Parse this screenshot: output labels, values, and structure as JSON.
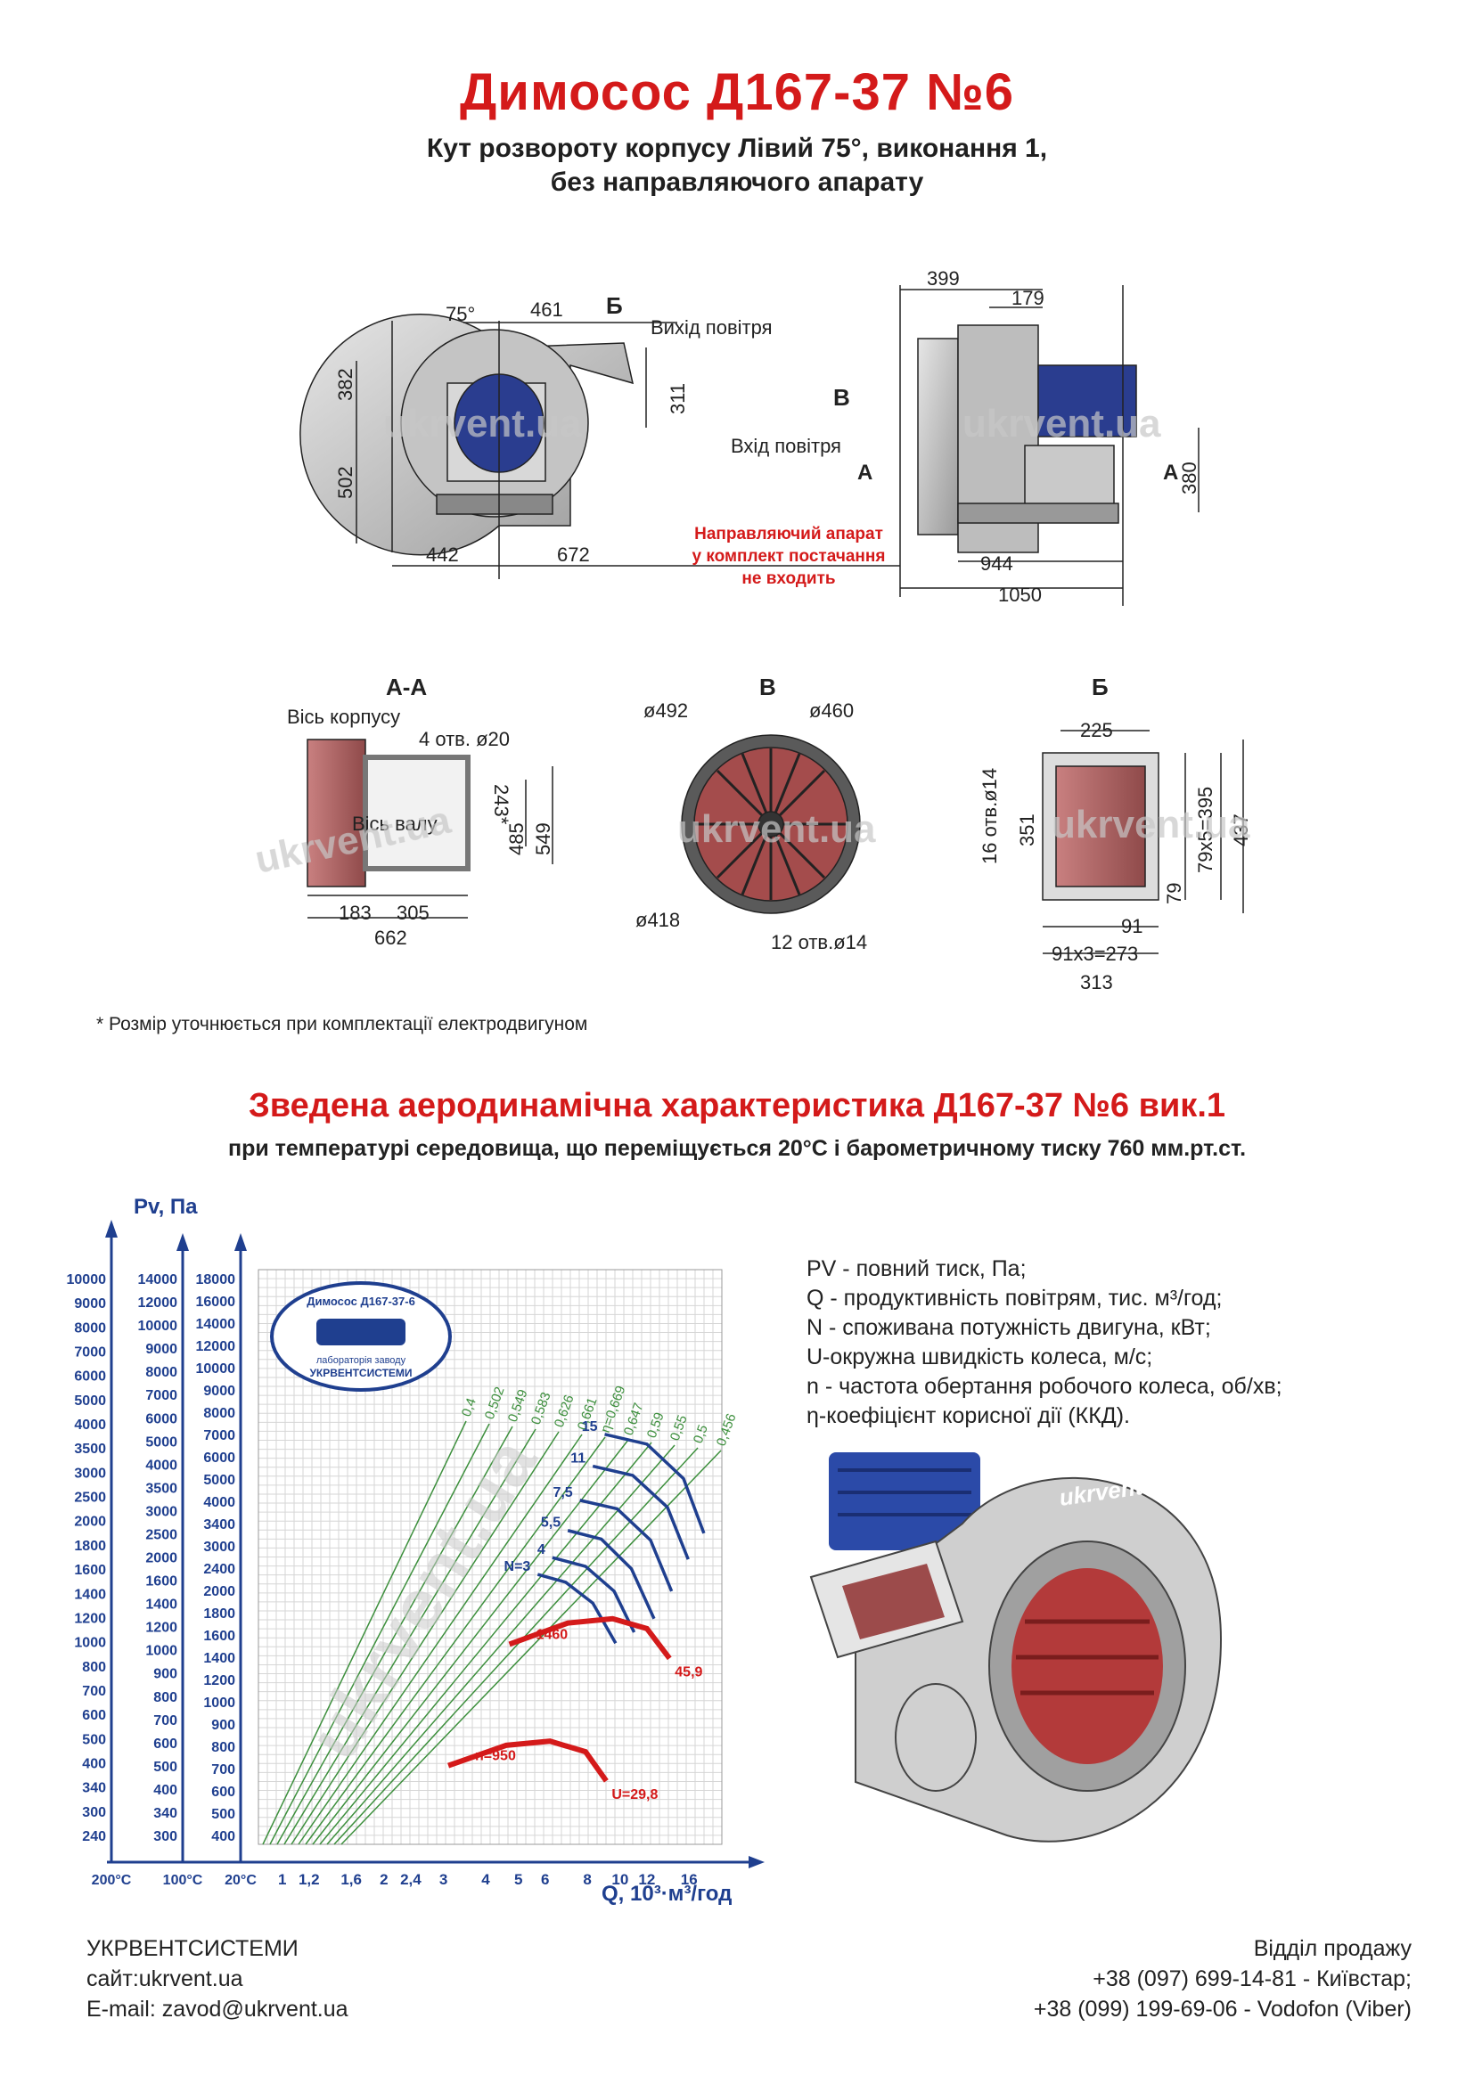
{
  "header": {
    "title": "Димосос  Д167-37 №6",
    "subtitle_line1": "Кут розвороту корпусу Лівий 75°, виконання 1,",
    "subtitle_line2": "без направляючого апарату"
  },
  "drawing_front": {
    "angle": "75°",
    "dim_461": "461",
    "label_b": "Б",
    "outlet": "Вихід повітря",
    "dim_382": "382",
    "dim_311": "311",
    "dim_502": "502",
    "dim_442": "442",
    "dim_672": "672"
  },
  "drawing_side": {
    "dim_399": "399",
    "dim_179": "179",
    "label_v": "В",
    "inlet": "Вхід повітря",
    "label_a_left": "А",
    "label_a_right": "А",
    "dim_380": "380",
    "dim_944": "944",
    "dim_1050": "1050",
    "guide_note_1": "Направляючий апарат",
    "guide_note_2": "у комплект постачання",
    "guide_note_3": "не входить"
  },
  "section_aa": {
    "title": "А-А",
    "body_axis": "Вісь корпусу",
    "holes": "4 отв. ø20",
    "dim_243": "243*",
    "shaft_axis": "Вісь валу",
    "dim_485": "485",
    "dim_549": "549",
    "dim_183": "183",
    "dim_305": "305",
    "dim_662": "662"
  },
  "section_v": {
    "title": "В",
    "d492": "ø492",
    "d460": "ø460",
    "d418": "ø418",
    "holes": "12 отв.ø14"
  },
  "section_b": {
    "title": "Б",
    "dim_225": "225",
    "holes": "16 отв.ø14",
    "dim_351": "351",
    "dim_79x5": "79x5=395",
    "dim_437": "437",
    "dim_79": "79",
    "dim_91": "91",
    "dim_91x3": "91x3=273",
    "dim_313": "313"
  },
  "watermark": "ukrvent.ua",
  "note": "* Розмір уточнюється при комплектації електродвигуном",
  "chart_section": {
    "title": "Зведена аеродинамічна характеристика Д167-37 №6 вик.1",
    "subtitle": "при температурі середовища, що переміщується 20°С і барометричному тиску 760 мм.рт.ст."
  },
  "chart_data": {
    "type": "line",
    "title": "",
    "ylabel": "Pv, Па",
    "xlabel": "Q, 10³·м³/год",
    "x_scale": "log",
    "y_scale": "log",
    "x_ticks": [
      "1",
      "1,2",
      "1,6",
      "2",
      "2,4",
      "3",
      "4",
      "5",
      "6",
      "8",
      "10",
      "12",
      "16"
    ],
    "y_axis_20C": [
      "400",
      "500",
      "600",
      "700",
      "800",
      "900",
      "1000",
      "1200",
      "1400",
      "1600",
      "1800",
      "2000",
      "2400",
      "3000",
      "3400",
      "4000",
      "5000",
      "6000",
      "7000",
      "8000",
      "9000",
      "10000",
      "12000",
      "14000",
      "16000",
      "18000"
    ],
    "y_axis_100C": [
      "300",
      "340",
      "400",
      "500",
      "600",
      "700",
      "800",
      "900",
      "1000",
      "1200",
      "1400",
      "1600",
      "2000",
      "2500",
      "3000",
      "3500",
      "4000",
      "5000",
      "6000",
      "7000",
      "8000",
      "9000",
      "10000",
      "12000",
      "14000"
    ],
    "y_axis_200C": [
      "240",
      "300",
      "340",
      "400",
      "500",
      "600",
      "700",
      "800",
      "1000",
      "1200",
      "1400",
      "1600",
      "1800",
      "2000",
      "2500",
      "3000",
      "3500",
      "4000",
      "5000",
      "6000",
      "7000",
      "8000",
      "9000",
      "10000"
    ],
    "temperature_labels": [
      "200°С",
      "100°С",
      "20°С"
    ],
    "power_curves": [
      {
        "label": "N=3",
        "points": [
          [
            5.7,
            2250
          ],
          [
            6.9,
            2130
          ],
          [
            8.3,
            1840
          ],
          [
            9.7,
            1390
          ]
        ]
      },
      {
        "label": "4",
        "points": [
          [
            6.3,
            2530
          ],
          [
            7.9,
            2380
          ],
          [
            9.6,
            2000
          ],
          [
            11.0,
            1500
          ]
        ]
      },
      {
        "label": "5,5",
        "points": [
          [
            7.0,
            3060
          ],
          [
            8.8,
            2880
          ],
          [
            10.8,
            2340
          ],
          [
            12.6,
            1650
          ]
        ]
      },
      {
        "label": "7,5",
        "points": [
          [
            7.6,
            3780
          ],
          [
            9.8,
            3560
          ],
          [
            12.3,
            2860
          ],
          [
            14.2,
            2000
          ]
        ]
      },
      {
        "label": "11",
        "points": [
          [
            8.3,
            4800
          ],
          [
            10.9,
            4500
          ],
          [
            13.8,
            3600
          ],
          [
            15.9,
            2500
          ]
        ]
      },
      {
        "label": "15",
        "points": [
          [
            9.0,
            6000
          ],
          [
            12.0,
            5600
          ],
          [
            15.4,
            4400
          ],
          [
            17.7,
            3000
          ]
        ]
      }
    ],
    "efficiency_labels": [
      "0,4",
      "0,502",
      "0,549",
      "0,583",
      "0,626",
      "0,661",
      "η=0,669",
      "0,647",
      "0,59",
      "0,55",
      "0,5",
      "0,456"
    ],
    "speed_curves": [
      {
        "label": "1460",
        "points": [
          [
            4.7,
            1380
          ],
          [
            7.0,
            1600
          ],
          [
            9.5,
            1650
          ],
          [
            12.0,
            1540
          ],
          [
            14.0,
            1250
          ]
        ],
        "end_label": "45,9"
      },
      {
        "label": "n=950",
        "points": [
          [
            3.1,
            590
          ],
          [
            4.6,
            680
          ],
          [
            6.2,
            700
          ],
          [
            7.9,
            650
          ],
          [
            9.1,
            530
          ]
        ],
        "end_label": "U=29,8"
      }
    ],
    "logo": {
      "line1": "Димосос Д167-37-6",
      "line2": "лабораторія заводу",
      "line3": "УКРВЕНТСИСТЕМИ"
    }
  },
  "legend": {
    "pv": "PV - повний тиск, Па;",
    "q": "Q - продуктивність повітрям, тис. м³/год;",
    "n_power": "N - споживана потужність двигуна, кВт;",
    "u": "U-окружна швидкість колеса, м/с;",
    "n_speed": "n - частота обертання робочого колеса, об/хв;",
    "eta": "η-коефіцієнт корисної дії (ККД)."
  },
  "footer": {
    "company": "УКРВЕНТСИСТЕМИ",
    "site": "сайт:ukrvent.ua",
    "email": "E-mail: zavod@ukrvent.ua",
    "sales": "Відділ продажу",
    "phone1": "+38 (097) 699-14-81 - Київстар;",
    "phone2": "+38 (099) 199-69-06 - Vodofon (Viber)"
  },
  "colors": {
    "accent_red": "#d41a1a",
    "blue_curves": "#1f3f8f",
    "green_lines": "#3d8f3d",
    "axis_blue": "#1f3f8f"
  }
}
